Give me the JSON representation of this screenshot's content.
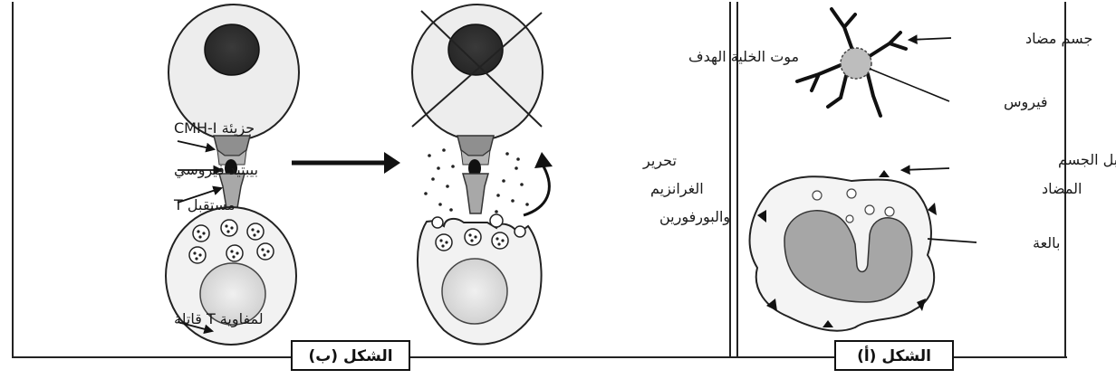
{
  "panel_b": {
    "caption": "الشكل (ب)",
    "labels": {
      "target_death": "موت الخلية الهدف",
      "cmh": "جزيئة CMH-I",
      "peptide": "بيبتيد فيروسي",
      "t_receptor": "مستقبل T",
      "t_lymphocyte": "لمفاوية T قاتلة",
      "release_1": "تحرير",
      "release_2": "الغرانزيم",
      "release_3": "والبورفورين"
    }
  },
  "panel_a": {
    "caption": "الشكل (أ)",
    "labels": {
      "antibody": "جسم مضاد",
      "virus": "فيروس",
      "receptor_1": "مستقبل الجسم",
      "receptor_2": "المضاد",
      "phagocyte": "بالعة"
    }
  }
}
